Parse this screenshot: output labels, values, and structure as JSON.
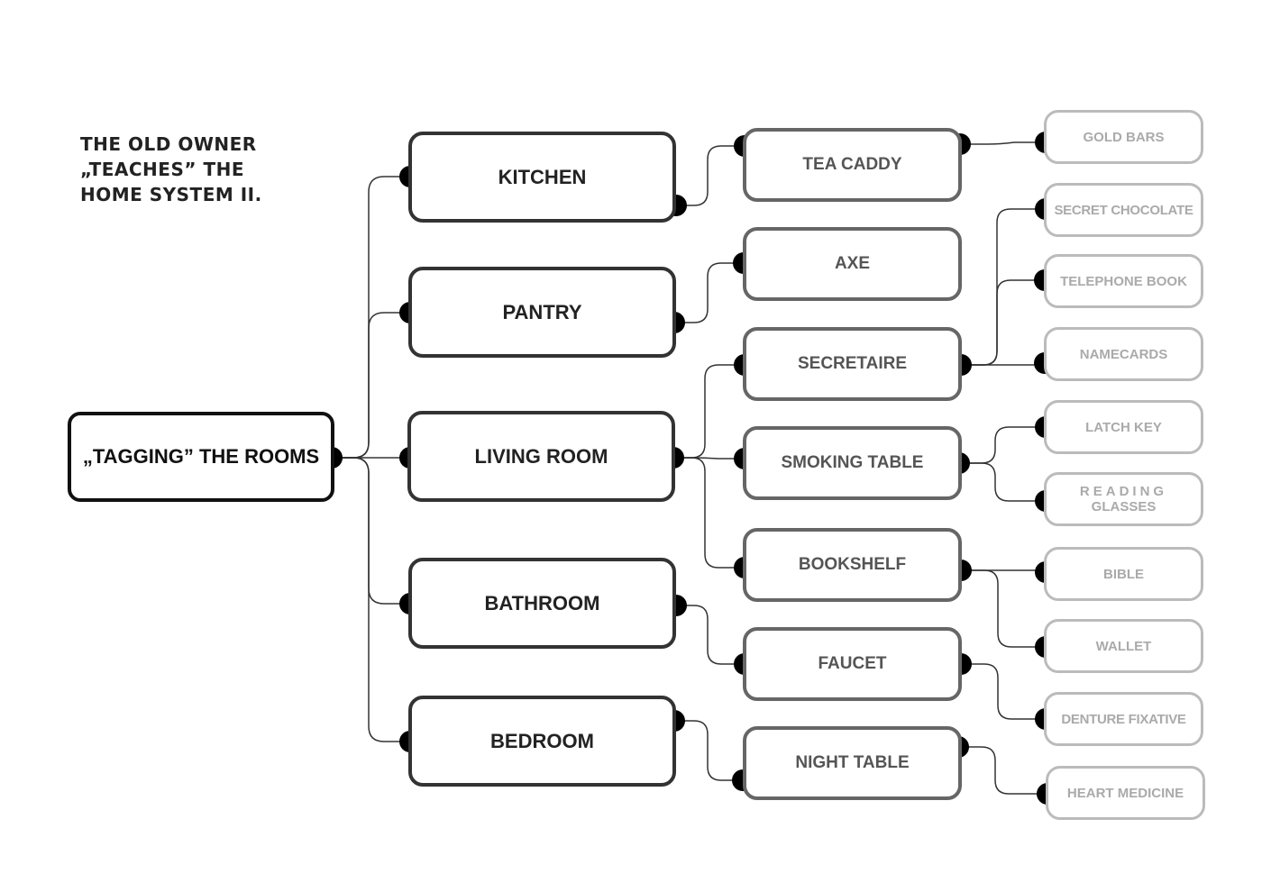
{
  "title_lines": [
    "THE OLD OWNER",
    "„TEACHES” THE",
    "HOME SYSTEM II."
  ],
  "root": {
    "label": "„TAGGING” THE ROOMS"
  },
  "rooms": {
    "kitchen": "KITCHEN",
    "pantry": "PANTRY",
    "living_room": "LIVING ROOM",
    "bathroom": "BATHROOM",
    "bedroom": "BEDROOM"
  },
  "furniture": {
    "tea_caddy": "TEA CADDY",
    "axe": "AXE",
    "secretaire": "SECRETAIRE",
    "smoking_table": "SMOKING TABLE",
    "bookshelf": "BOOKSHELF",
    "faucet": "FAUCET",
    "night_table": "NIGHT TABLE"
  },
  "items": {
    "gold_bars": "GOLD BARS",
    "secret_chocolate": "SECRET CHOCOLATE",
    "telephone_book": "TELEPHONE BOOK",
    "namecards": "NAMECARDS",
    "latch_key": "LATCH KEY",
    "reading_glasses": [
      "READING",
      "GLASSES"
    ],
    "bible": "BIBLE",
    "wallet": "WALLET",
    "denture_fixative": "DENTURE FIXATIVE",
    "heart_medicine": "HEART MEDICINE"
  },
  "colors": {
    "root_border": "#111111",
    "room_border": "#333333",
    "furniture_border": "#666666",
    "item_border": "#bbbbbb",
    "dot": "#000000",
    "line": "#333333"
  }
}
